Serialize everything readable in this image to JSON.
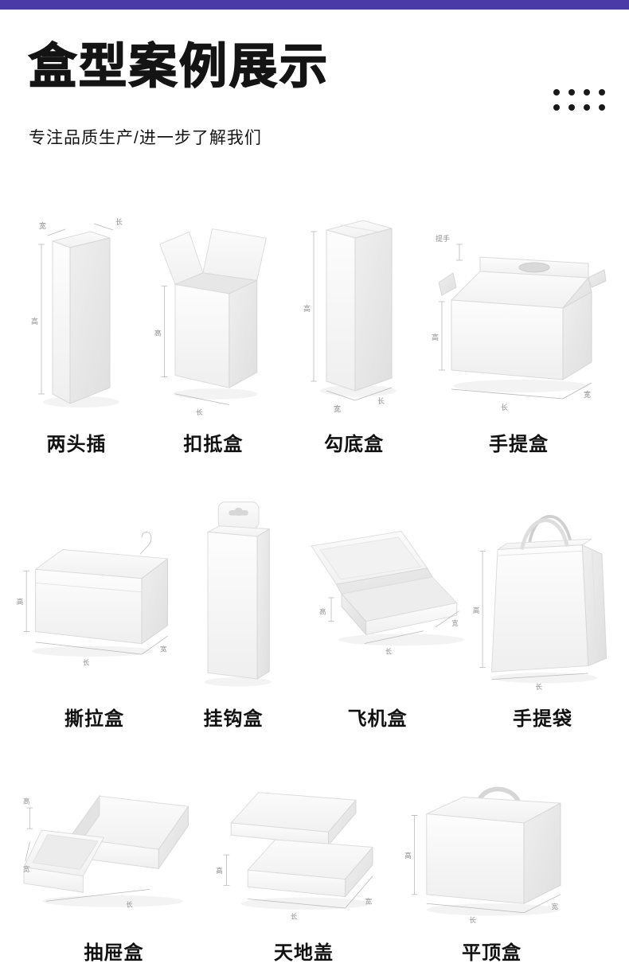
{
  "colors": {
    "accent_bar": "#4a3aa8",
    "title": "#141414"
  },
  "header": {
    "title": "盒型案例展示",
    "subtitle": "专注品质生产/进一步了解我们"
  },
  "items": [
    {
      "label": "两头插",
      "ann": {
        "w": "宽",
        "l": "长",
        "h": "高"
      }
    },
    {
      "label": "扣抵盒",
      "ann": {
        "h": "高",
        "l": "长"
      }
    },
    {
      "label": "勾底盒",
      "ann": {
        "h": "高",
        "w": "宽",
        "l": "长"
      }
    },
    {
      "label": "手提盒",
      "ann": {
        "handle": "提手",
        "h": "高",
        "l": "长",
        "w": "宽"
      }
    },
    {
      "label": "撕拉盒",
      "ann": {
        "h": "高",
        "l": "长",
        "w": "宽"
      }
    },
    {
      "label": "挂钩盒",
      "ann": {}
    },
    {
      "label": "飞机盒",
      "ann": {
        "h": "高",
        "l": "长",
        "w": "宽"
      }
    },
    {
      "label": "手提袋",
      "ann": {
        "h": "高",
        "l": "长"
      }
    },
    {
      "label": "抽屉盒",
      "ann": {
        "h": "高",
        "w": "宽",
        "l": "长"
      }
    },
    {
      "label": "天地盖",
      "ann": {
        "h": "高",
        "l": "长",
        "w": "宽"
      }
    },
    {
      "label": "平顶盒",
      "ann": {
        "h": "高",
        "l": "长",
        "w": "宽"
      }
    }
  ]
}
